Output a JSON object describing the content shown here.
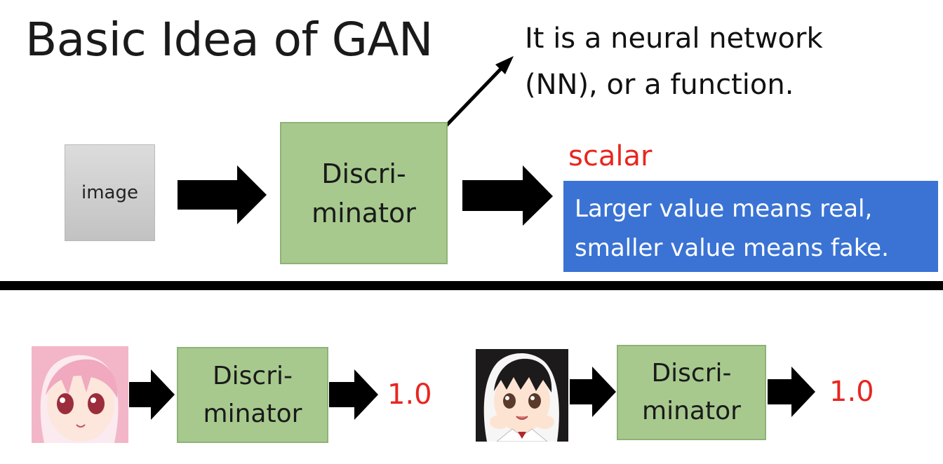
{
  "title": "Basic Idea of GAN",
  "note": {
    "line1": "It is a neural network",
    "line2": "(NN), or a function."
  },
  "top_diagram": {
    "input_label": "image",
    "discriminator_label": "Discri-\nminator",
    "output_label": "scalar",
    "output_description": {
      "line1": "Larger value means real,",
      "line2": "smaller value means fake."
    }
  },
  "examples": [
    {
      "discriminator_label": "Discri-\nminator",
      "score": "1.0"
    },
    {
      "discriminator_label": "Discri-\nminator",
      "score": "1.0"
    }
  ],
  "colors": {
    "discriminator_fill": "#a7c98e",
    "output_box": "#3a73d4",
    "highlight_text": "#e8261f",
    "image_box": "#cfcfcf"
  }
}
